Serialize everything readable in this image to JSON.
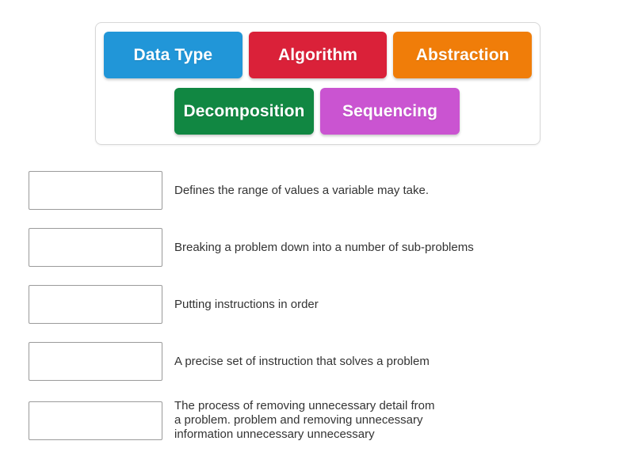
{
  "activity": {
    "type": "match-up-drag-and-drop",
    "background_color": "#ffffff"
  },
  "tile_tray": {
    "name": "answer-bank",
    "border_color": "#d8d8d8",
    "rows": [
      {
        "tiles": [
          {
            "label": "Data Type",
            "color": "#2196d8",
            "icon": "draggable-tile"
          },
          {
            "label": "Algorithm",
            "color": "#da2139",
            "icon": "draggable-tile"
          },
          {
            "label": "Abstraction",
            "color": "#f07d09",
            "icon": "draggable-tile"
          }
        ]
      },
      {
        "tiles": [
          {
            "label": "Decomposition",
            "color": "#118742",
            "icon": "draggable-tile"
          },
          {
            "label": "Sequencing",
            "color": "#ca54d1",
            "icon": "draggable-tile"
          }
        ]
      }
    ]
  },
  "questions": [
    {
      "dropzone_value": "",
      "dropzone_placeholder": "",
      "text": "Defines the range of values a variable may take."
    },
    {
      "dropzone_value": "",
      "dropzone_placeholder": "",
      "text": "Breaking a problem down into a number of sub-problems"
    },
    {
      "dropzone_value": "",
      "dropzone_placeholder": "",
      "text": "Putting instructions in order"
    },
    {
      "dropzone_value": "",
      "dropzone_placeholder": "",
      "text": "A precise set of instruction that solves a problem"
    },
    {
      "dropzone_value": "",
      "dropzone_placeholder": "",
      "text": "The process of removing unnecessary detail from\na problem. problem and removing unnecessary\ninformation unnecessary unnecessary"
    }
  ]
}
